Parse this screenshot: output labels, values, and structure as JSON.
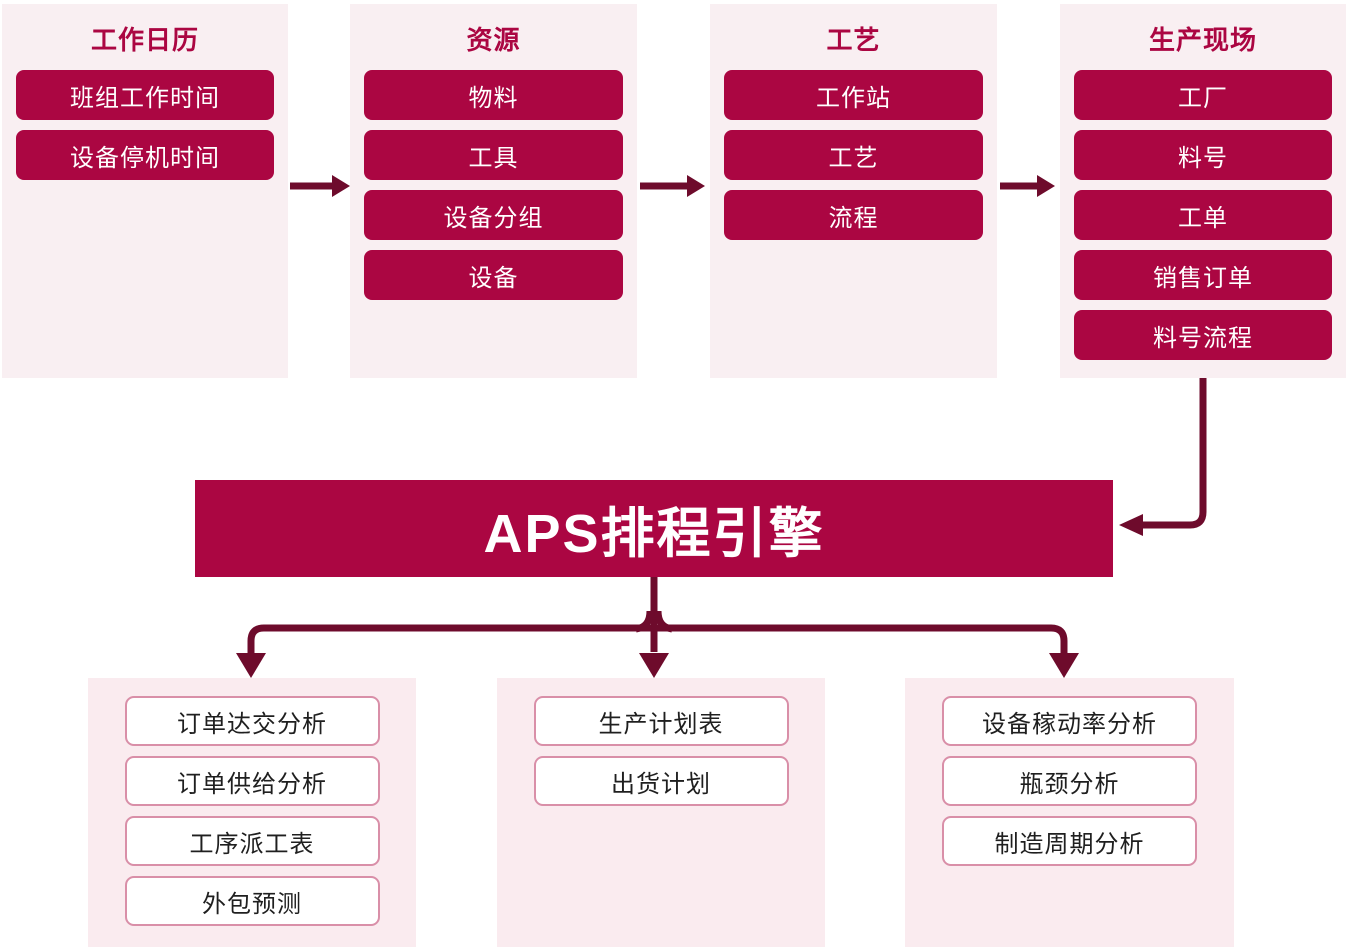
{
  "colors": {
    "crimson": "#AB0642",
    "maroon": "#6E0B2C",
    "panel_top_bg": "#F9EFF2",
    "panel_bottom_bg": "#FAEBEF",
    "light_button_border": "#D98FA8",
    "light_button_text": "#1F1F1F"
  },
  "top_panels": [
    {
      "title": "工作日历",
      "items": [
        "班组工作时间",
        "设备停机时间"
      ]
    },
    {
      "title": "资源",
      "items": [
        "物料",
        "工具",
        "设备分组",
        "设备"
      ]
    },
    {
      "title": "工艺",
      "items": [
        "工作站",
        "工艺",
        "流程"
      ]
    },
    {
      "title": "生产现场",
      "items": [
        "工厂",
        "料号",
        "工单",
        "销售订单",
        "料号流程"
      ]
    }
  ],
  "engine": {
    "label": "APS排程引擎"
  },
  "bottom_panels": [
    {
      "items": [
        "订单达交分析",
        "订单供给分析",
        "工序派工表",
        "外包预测"
      ]
    },
    {
      "items": [
        "生产计划表",
        "出货计划"
      ]
    },
    {
      "items": [
        "设备稼动率分析",
        "瓶颈分析",
        "制造周期分析"
      ]
    }
  ]
}
